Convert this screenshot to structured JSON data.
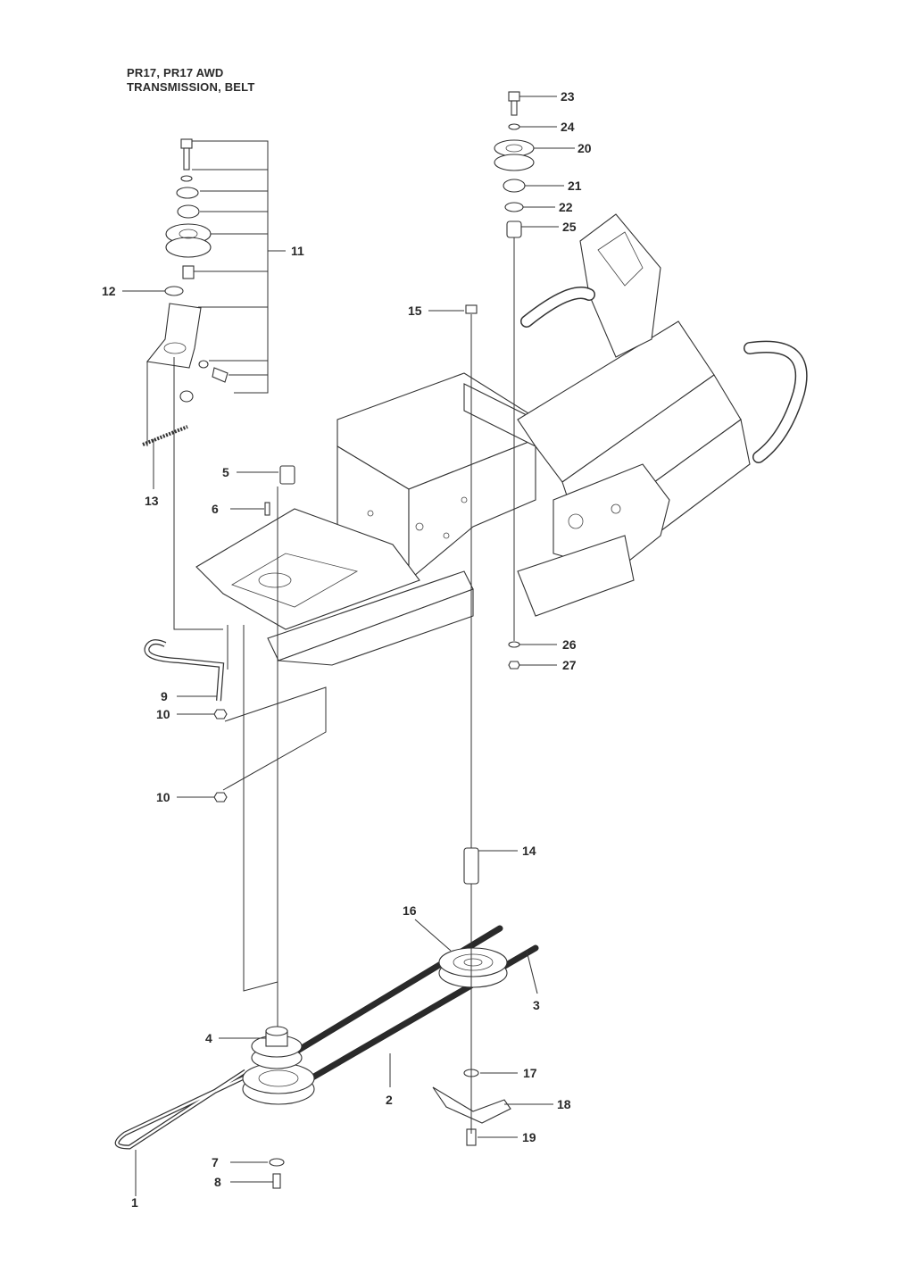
{
  "header": {
    "line1": "PR17, PR17 AWD",
    "line2": "TRANSMISSION, BELT"
  },
  "callouts": {
    "c1": "1",
    "c2": "2",
    "c3": "3",
    "c4": "4",
    "c5": "5",
    "c6": "6",
    "c7": "7",
    "c8": "8",
    "c9": "9",
    "c10a": "10",
    "c10b": "10",
    "c11": "11",
    "c12": "12",
    "c13": "13",
    "c14": "14",
    "c15": "15",
    "c16": "16",
    "c17": "17",
    "c18": "18",
    "c19": "19",
    "c20": "20",
    "c21": "21",
    "c22": "22",
    "c23": "23",
    "c24": "24",
    "c25": "25",
    "c26": "26",
    "c27": "27"
  }
}
